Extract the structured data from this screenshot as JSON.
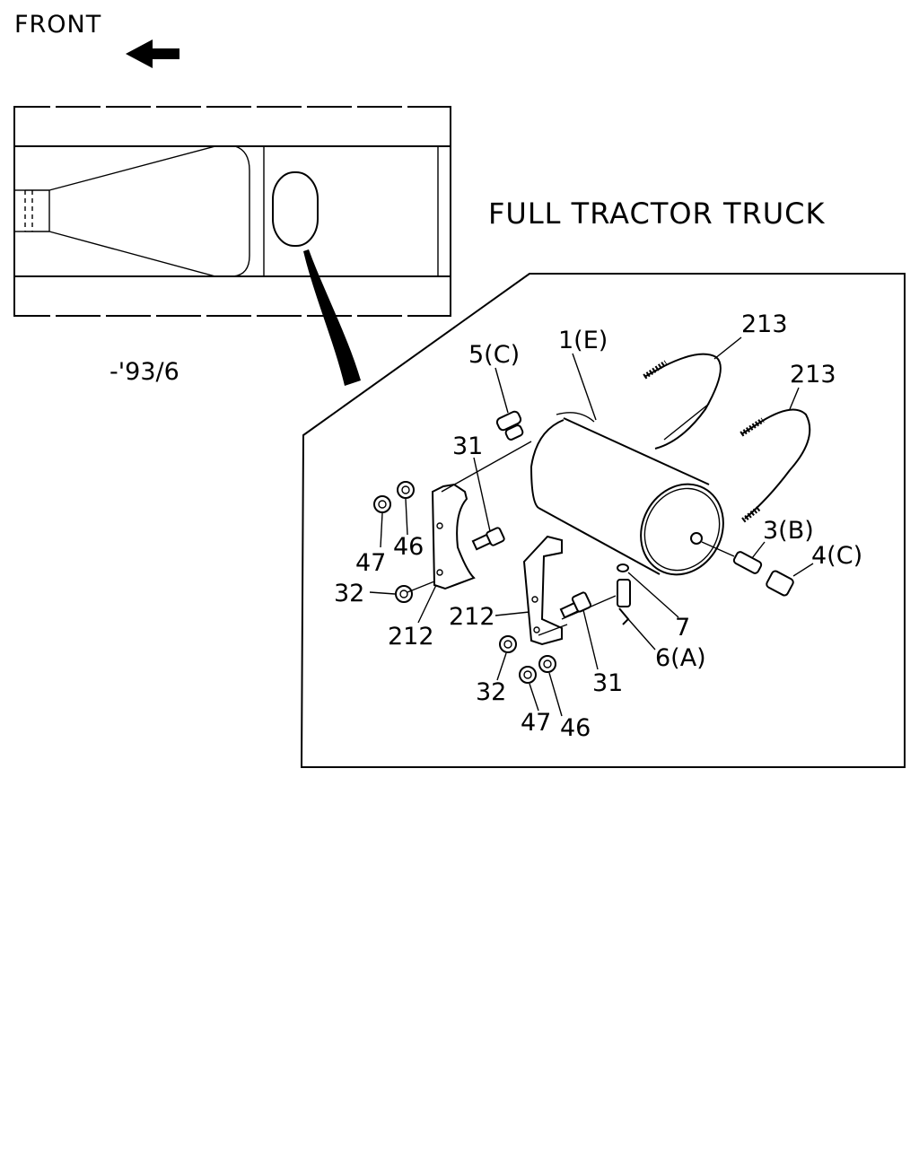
{
  "header": {
    "front_label": "FRONT",
    "arrow_icon": "left-arrow-icon"
  },
  "overview": {
    "date_code": "-'93/6"
  },
  "detail": {
    "title": "FULL TRACTOR TRUCK",
    "callouts": {
      "tank": "1(E)",
      "fitting_5": "5(C)",
      "hose_upper": "213",
      "hose_lower": "213",
      "fitting_3": "3(B)",
      "fitting_4": "4(C)",
      "washer_7": "7",
      "valve_6": "6(A)",
      "bolt_left": "31",
      "bolt_right": "31",
      "nut_47_left": "47",
      "washer_46_left": "46",
      "nut_32_left": "32",
      "bracket_left": "212",
      "bracket_right": "212",
      "nut_32_right": "32",
      "nut_47_right": "47",
      "washer_46_right": "46"
    }
  }
}
